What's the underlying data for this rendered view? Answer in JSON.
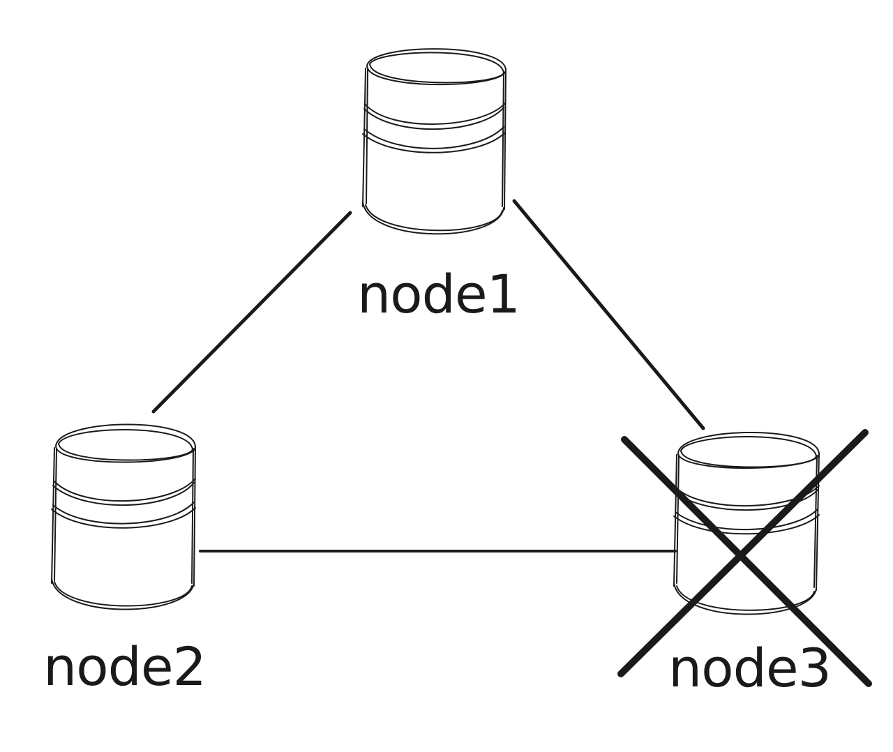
{
  "nodes": [
    {
      "id": "node1",
      "label": "node1",
      "status": "up"
    },
    {
      "id": "node2",
      "label": "node2",
      "status": "up"
    },
    {
      "id": "node3",
      "label": "node3",
      "status": "failed"
    }
  ],
  "edges": [
    {
      "from": "node1",
      "to": "node2"
    },
    {
      "from": "node1",
      "to": "node3"
    },
    {
      "from": "node2",
      "to": "node3"
    }
  ],
  "colors": {
    "stroke": "#1a1a1a",
    "background": "#ffffff"
  }
}
